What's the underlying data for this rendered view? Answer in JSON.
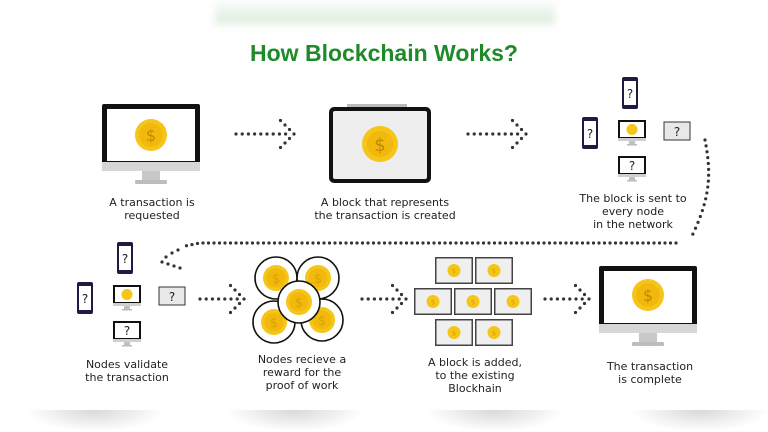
{
  "title": "How Blockchain Works?",
  "colors": {
    "title_green": "#1e8a2a",
    "coin_yellow": "#f5c518",
    "coin_dark": "#d9a400",
    "dots": "#333333",
    "phone_frame": "#1f1a44"
  },
  "steps": [
    {
      "id": 1,
      "icon": "desktop-monitor-with-coin",
      "caption": "A transaction is\nrequested"
    },
    {
      "id": 2,
      "icon": "tablet-block-with-coin",
      "caption": "A block that represents\nthe transaction is created"
    },
    {
      "id": 3,
      "icon": "network-nodes-icon",
      "caption": "The block is sent to\nevery node\nin the network"
    },
    {
      "id": 4,
      "icon": "network-nodes-icon",
      "caption": "Nodes validate\nthe transaction"
    },
    {
      "id": 5,
      "icon": "coin-cluster-icon",
      "caption": "Nodes recieve a\nreward for the\nproof of work"
    },
    {
      "id": 6,
      "icon": "blockchain-blocks-icon",
      "caption": "A block is added,\nto the existing\nBlockhain"
    },
    {
      "id": 7,
      "icon": "desktop-monitor-with-coin",
      "caption": "The transaction\nis complete"
    }
  ],
  "glyphs": {
    "coin_symbol": "$",
    "unknown_symbol": "?"
  }
}
